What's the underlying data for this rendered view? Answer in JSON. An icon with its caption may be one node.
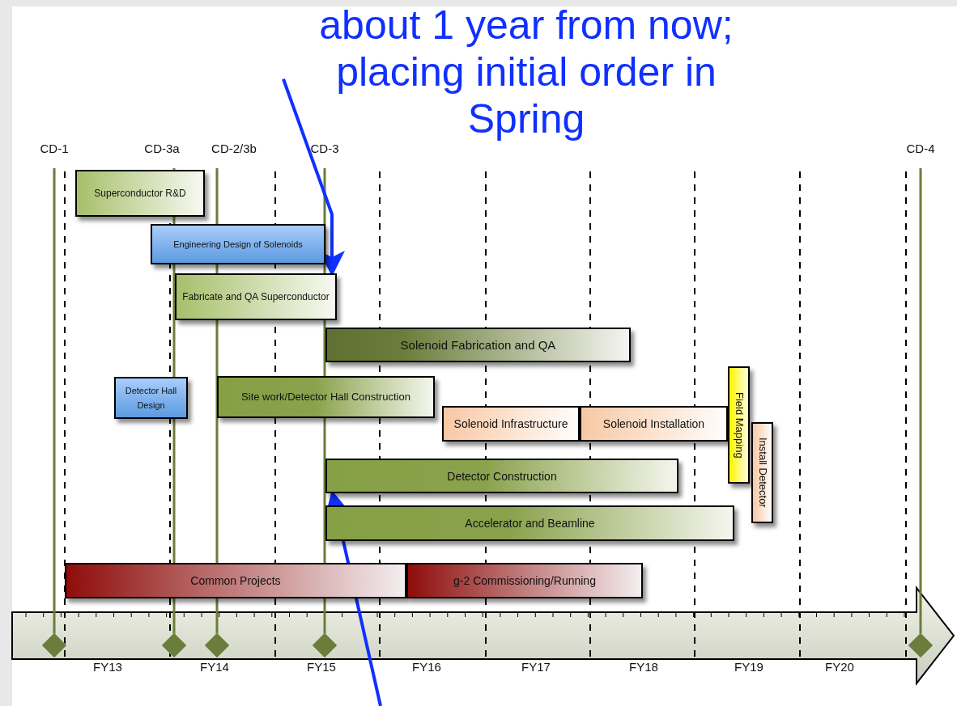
{
  "diagram": {
    "nodes": [
      {
        "text": [
          "about 1 year from now; placing initial order in Spring"
        ]
      },
      {
        "text": [
          "Superconductor R&D"
        ]
      },
      {
        "text": [
          "Engineering Design of Solenoids"
        ]
      },
      {
        "text": [
          "Fabricate and  QA Superconductor"
        ]
      },
      {
        "text": [
          "Solenoid Fabrication and QA"
        ]
      },
      {
        "text": [
          "Detector Hall Design"
        ]
      },
      {
        "text": [
          "Site work/Detector Hall Construction"
        ]
      },
      {
        "text": [
          "Solenoid Infrastructure"
        ]
      },
      {
        "text": [
          "Solenoid Installation"
        ]
      },
      {
        "text": [
          "Field Mapping"
        ]
      },
      {
        "text": [
          "Install Detector"
        ]
      },
      {
        "text": [
          "Detector Construction"
        ]
      },
      {
        "text": [
          "Accelerator and Beamline"
        ]
      },
      {
        "text": [
          "Common Projects"
        ]
      },
      {
        "text": [
          "g-2 Commissioning/Running"
        ]
      }
    ],
    "edges": [
      {
        "from": 0,
        "to": 3,
        "arrow": "to"
      },
      {
        "from": null,
        "to": 11,
        "arrow": "to"
      }
    ],
    "labels": [
      "CD-1",
      "CD-3a",
      "CD-2/3b",
      "CD-3",
      "CD-4",
      "FY13",
      "FY14",
      "FY15",
      "FY16",
      "FY17",
      "FY18",
      "FY19",
      "FY20"
    ]
  }
}
